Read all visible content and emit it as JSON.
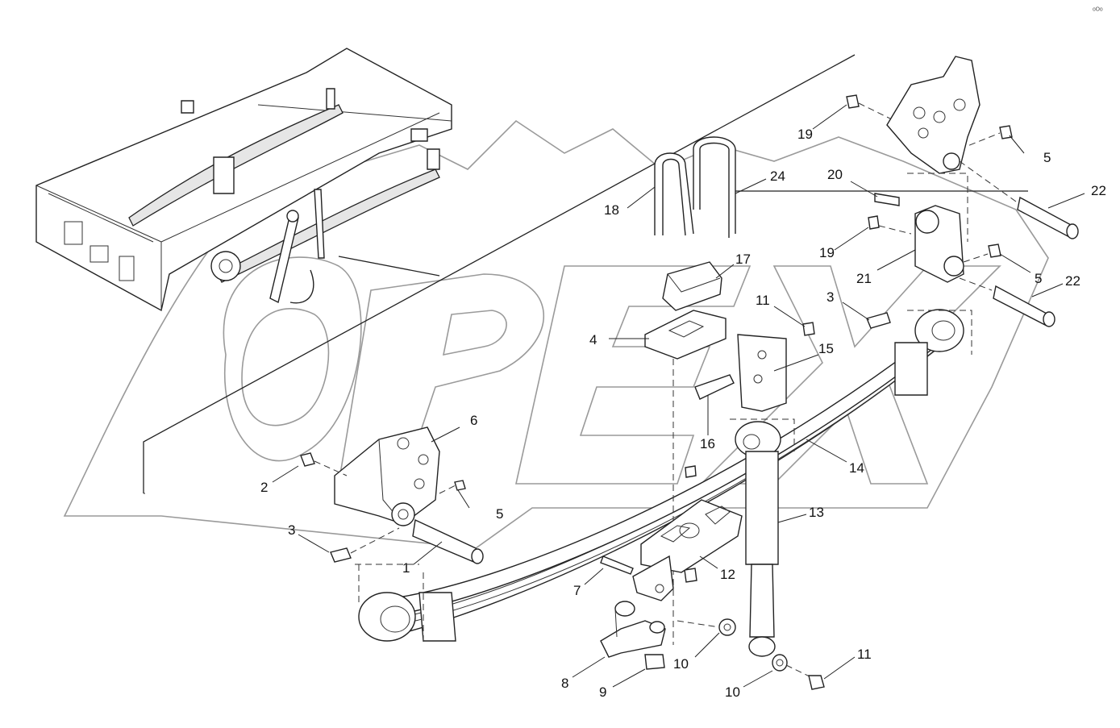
{
  "corner_mark": "ᵒᴼᵒ",
  "watermark": "OPEX",
  "callouts": [
    {
      "id": "c1",
      "text": "1"
    },
    {
      "id": "c2",
      "text": "2"
    },
    {
      "id": "c3a",
      "text": "3"
    },
    {
      "id": "c3b",
      "text": "3"
    },
    {
      "id": "c4",
      "text": "4"
    },
    {
      "id": "c5a",
      "text": "5"
    },
    {
      "id": "c5b",
      "text": "5"
    },
    {
      "id": "c5c",
      "text": "5"
    },
    {
      "id": "c6",
      "text": "6"
    },
    {
      "id": "c7",
      "text": "7"
    },
    {
      "id": "c8",
      "text": "8"
    },
    {
      "id": "c9",
      "text": "9"
    },
    {
      "id": "c10a",
      "text": "10"
    },
    {
      "id": "c10b",
      "text": "10"
    },
    {
      "id": "c11a",
      "text": "11"
    },
    {
      "id": "c11b",
      "text": "11"
    },
    {
      "id": "c12",
      "text": "12"
    },
    {
      "id": "c13",
      "text": "13"
    },
    {
      "id": "c14",
      "text": "14"
    },
    {
      "id": "c15",
      "text": "15"
    },
    {
      "id": "c16",
      "text": "16"
    },
    {
      "id": "c17",
      "text": "17"
    },
    {
      "id": "c18",
      "text": "18"
    },
    {
      "id": "c19a",
      "text": "19"
    },
    {
      "id": "c19b",
      "text": "19"
    },
    {
      "id": "c20",
      "text": "20"
    },
    {
      "id": "c21",
      "text": "21"
    },
    {
      "id": "c22a",
      "text": "22"
    },
    {
      "id": "c22b",
      "text": "22"
    },
    {
      "id": "c24",
      "text": "24"
    }
  ]
}
